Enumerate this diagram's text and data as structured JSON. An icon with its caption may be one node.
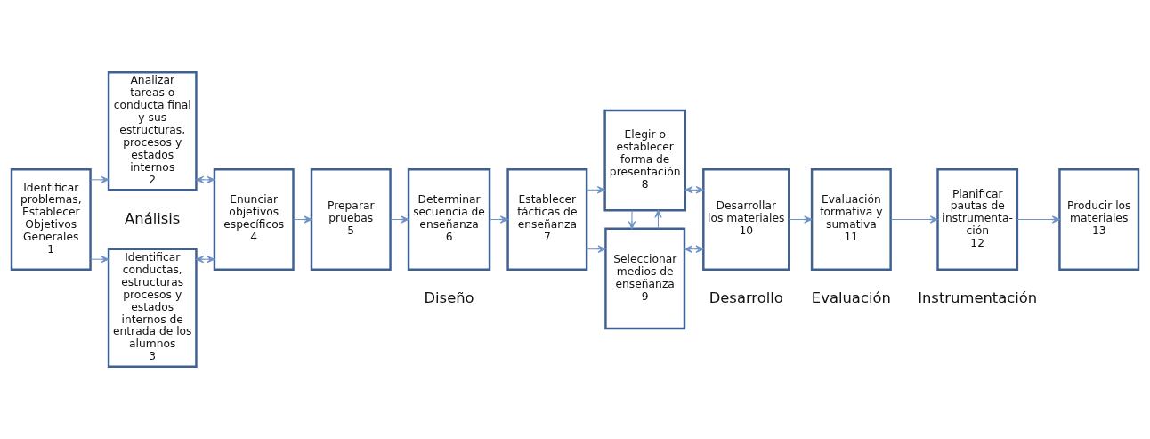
{
  "diagram": {
    "nodes": [
      {
        "text": [
          "Identificar problemas, Establecer Objetivos Generales",
          "1"
        ]
      },
      {
        "text": [
          "Analizar tareas o conducta final y sus estructuras, procesos y estados internos",
          "2"
        ]
      },
      {
        "text": [
          "Identificar conductas, estructuras procesos y estados internos de entrada de los alumnos",
          "3"
        ]
      },
      {
        "text": [
          "Enunciar objetivos específicos",
          "4"
        ]
      },
      {
        "text": [
          "Preparar pruebas",
          "5"
        ]
      },
      {
        "text": [
          "Determinar secuencia de enseñanza",
          "6"
        ]
      },
      {
        "text": [
          "Establecer tácticas de enseñanza",
          "7"
        ]
      },
      {
        "text": [
          "Elegir o establecer forma de presentación",
          "8"
        ]
      },
      {
        "text": [
          "Seleccionar medios de enseñanza",
          "9"
        ]
      },
      {
        "text": [
          "Desarrollar los materiales",
          "10"
        ]
      },
      {
        "text": [
          "Evaluación formativa y sumativa",
          "11"
        ]
      },
      {
        "text": [
          "Planificar pautas de instrumenta- ción",
          "12"
        ]
      },
      {
        "text": [
          "Producir los materiales",
          "13"
        ]
      }
    ],
    "edges": [
      {
        "from": 0,
        "to": 1,
        "arrow": "to"
      },
      {
        "from": 0,
        "to": 2,
        "arrow": "to"
      },
      {
        "from": 1,
        "to": 3,
        "arrow": "both"
      },
      {
        "from": 2,
        "to": 3,
        "arrow": "both"
      },
      {
        "from": 3,
        "to": 4,
        "arrow": "to"
      },
      {
        "from": 4,
        "to": 5,
        "arrow": "to"
      },
      {
        "from": 5,
        "to": 6,
        "arrow": "to"
      },
      {
        "from": 6,
        "to": 7,
        "arrow": "to"
      },
      {
        "from": 6,
        "to": 8,
        "arrow": "to"
      },
      {
        "from": 7,
        "to": 8,
        "arrow": "to"
      },
      {
        "from": 8,
        "to": 7,
        "arrow": "to"
      },
      {
        "from": 7,
        "to": 9,
        "arrow": "both"
      },
      {
        "from": 8,
        "to": 9,
        "arrow": "both"
      },
      {
        "from": 9,
        "to": 10,
        "arrow": "to"
      },
      {
        "from": 10,
        "to": 11,
        "arrow": "to"
      },
      {
        "from": 11,
        "to": 12,
        "arrow": "to"
      }
    ],
    "labels": [
      "Análisis",
      "Diseño",
      "Desarrollo",
      "Evaluación",
      "Instrumentación"
    ]
  }
}
